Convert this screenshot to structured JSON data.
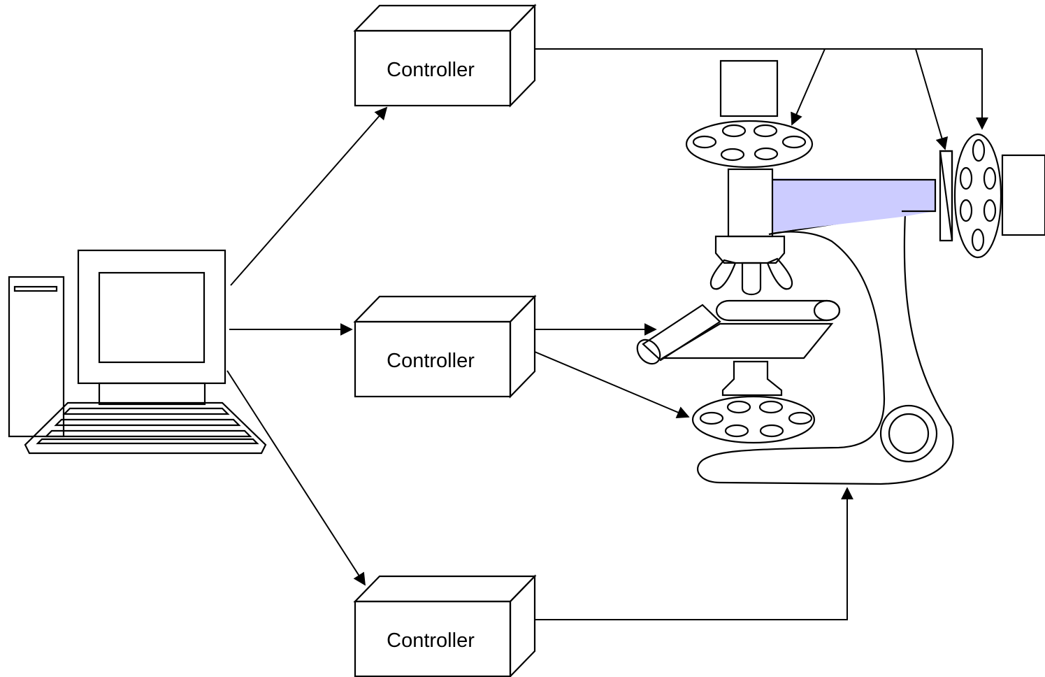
{
  "controllers": {
    "top": {
      "label": "Controller",
      "front": "#ffcccc",
      "side": "#cc9999",
      "top_face": "#ffcccc"
    },
    "middle": {
      "label": "Controller",
      "front": "#ccffcc",
      "side": "#99cc99",
      "top_face": "#ccffcc"
    },
    "bottom": {
      "label": "Controller",
      "front": "#ccccff",
      "side": "#9999cc",
      "top_face": "#ccccff"
    }
  },
  "colors": {
    "computer": "#ffffcc",
    "microscope": "#ccccff",
    "filter_wheel_top": "#ffcccc",
    "filter_wheel_bottom": "#ccffcc",
    "stage": "#ccffcc",
    "filters": [
      "#0000cc",
      "#ffff00",
      "#ff0000",
      "#ff6600",
      "#00cc00",
      "#00ffff"
    ]
  }
}
